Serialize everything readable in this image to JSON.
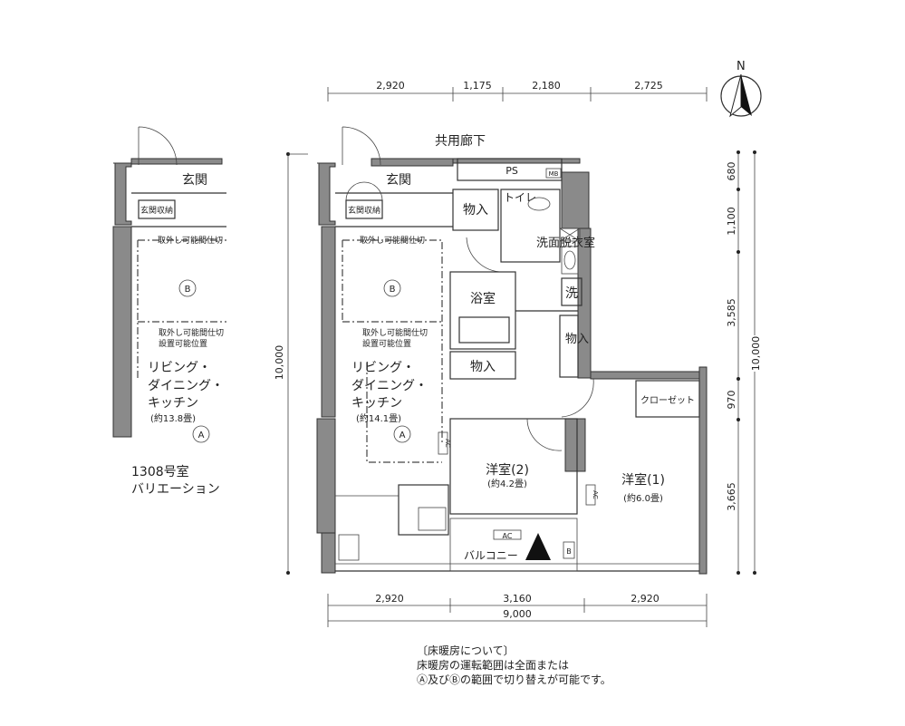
{
  "north_label": "N",
  "corridor_label": "共用廊下",
  "top_dims": [
    "2,920",
    "1,175",
    "2,180",
    "2,725"
  ],
  "bottom_dims": [
    "2,920",
    "3,160",
    "2,920"
  ],
  "bottom_total": "9,000",
  "left_total": "10,000",
  "right_dims": [
    "680",
    "1,100",
    "3,585",
    "970",
    "3,665"
  ],
  "right_total": "10,000",
  "rooms": {
    "entrance": "玄関",
    "entrance_storage": "玄関収納",
    "ps": "PS",
    "mb": "MB",
    "storage": "物入",
    "toilet": "トイレ",
    "washroom": "洗面脱衣室",
    "washer": "洗",
    "bath": "浴室",
    "closet": "クローゼット",
    "partition": "取外し可能間仕切",
    "partition_pos_1": "取外し可能間仕切",
    "partition_pos_2": "設置可能位置",
    "ldk_1": "リビング・",
    "ldk_2": "ダイニング・",
    "ldk_3": "キッチン",
    "ldk_size": "(約14.1畳)",
    "zone_a": "A",
    "zone_b": "B",
    "ac": "AC",
    "western2": "洋室(2)",
    "western2_size": "(約4.2畳)",
    "western1": "洋室(1)",
    "western1_size": "(約6.0畳)",
    "balcony": "バルコニー",
    "b": "B"
  },
  "variant": {
    "ldk_size": "(約13.8畳)",
    "title_1": "1308号室",
    "title_2": "バリエーション"
  },
  "notes": {
    "heading": "〔床暖房について〕",
    "line1": "床暖房の運転範囲は全面または",
    "line2": "Ⓐ及びⒷの範囲で切り替えが可能です。"
  }
}
